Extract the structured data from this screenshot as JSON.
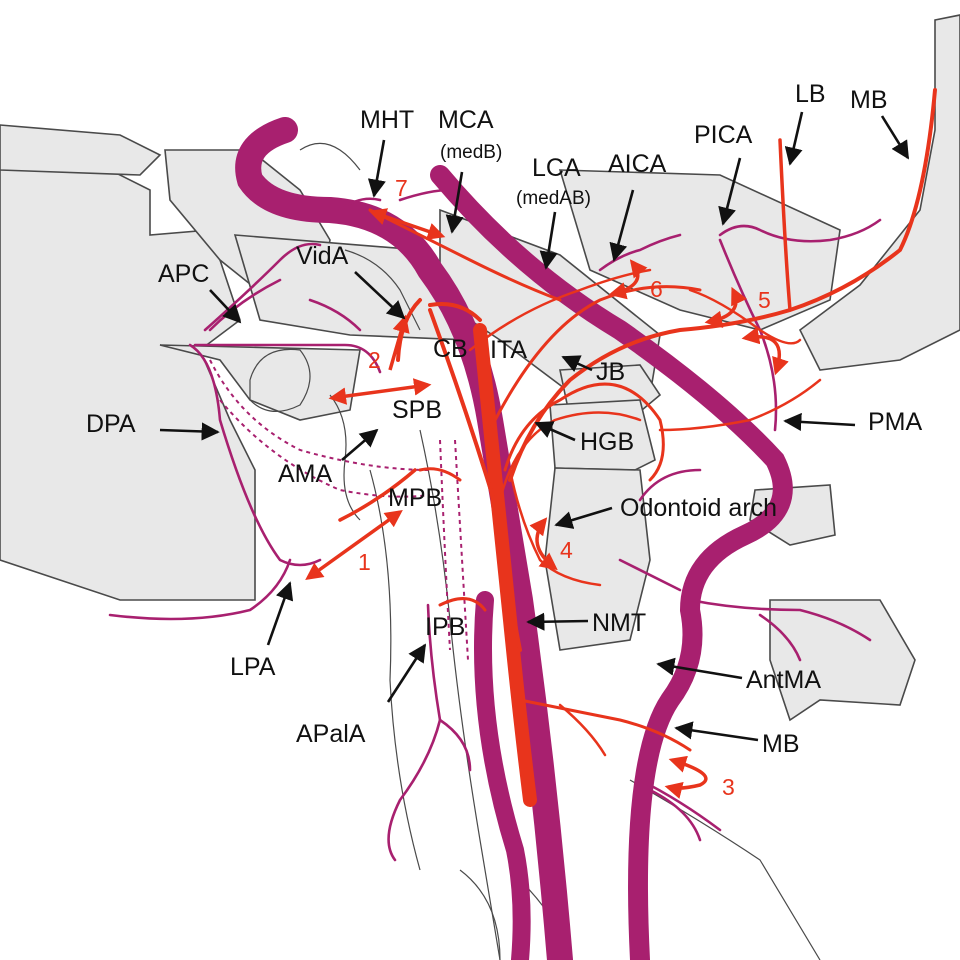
{
  "colors": {
    "background": "#ffffff",
    "bone": "#e8e8e8",
    "bone_outline": "#4a4a4a",
    "vein_magenta": "#a8206f",
    "artery_red": "#e8341c",
    "label_text": "#111111"
  },
  "labels": {
    "mht": "MHT",
    "mca": "MCA",
    "med_b": "(medB)",
    "lca": "LCA",
    "med_ab": "(medAB)",
    "aica": "AICA",
    "pica": "PICA",
    "lb": "LB",
    "mb_top": "MB",
    "vida": "VidA",
    "apc": "APC",
    "cb": "CB",
    "ita": "ITA",
    "jb": "JB",
    "dpa": "DPA",
    "spb": "SPB",
    "hgb": "HGB",
    "pma": "PMA",
    "ama": "AMA",
    "mpb": "MPB",
    "odontoid_arch": "Odontoid arch",
    "lpa": "LPA",
    "ipb": "IPB",
    "nmt": "NMT",
    "antma": "AntMA",
    "apala": "APalA",
    "mb_bottom": "MB"
  },
  "anastomoses": [
    "1",
    "2",
    "3",
    "4",
    "5",
    "6",
    "7"
  ]
}
